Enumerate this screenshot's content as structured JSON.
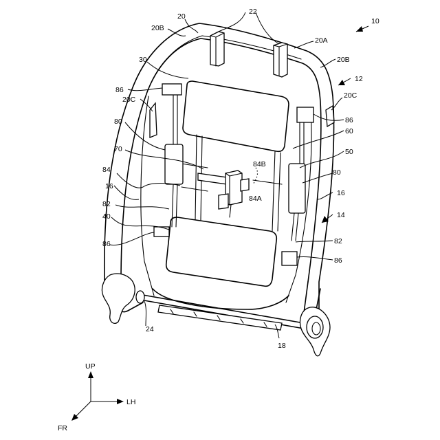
{
  "figure": {
    "labels": {
      "ref_10": "10",
      "ref_12": "12",
      "ref_14": "14",
      "ref_16_left": "16",
      "ref_16_right": "16",
      "ref_18": "18",
      "ref_20": "20",
      "ref_20A": "20A",
      "ref_20B_left": "20B",
      "ref_20B_right": "20B",
      "ref_20C_left": "20C",
      "ref_20C_right": "20C",
      "ref_22": "22",
      "ref_24": "24",
      "ref_30": "30",
      "ref_40": "40",
      "ref_50": "50",
      "ref_60": "60",
      "ref_70": "70",
      "ref_80_left": "80",
      "ref_80_right": "80",
      "ref_82_left": "82",
      "ref_82_right": "82",
      "ref_84": "84",
      "ref_84A": "84A",
      "ref_84B": "84B",
      "ref_86_top_left": "86",
      "ref_86_top_right": "86",
      "ref_86_bottom_left": "86",
      "ref_86_bottom_right": "86"
    }
  },
  "direction_indicator": {
    "up": "UP",
    "lh": "LH",
    "fr": "FR"
  }
}
